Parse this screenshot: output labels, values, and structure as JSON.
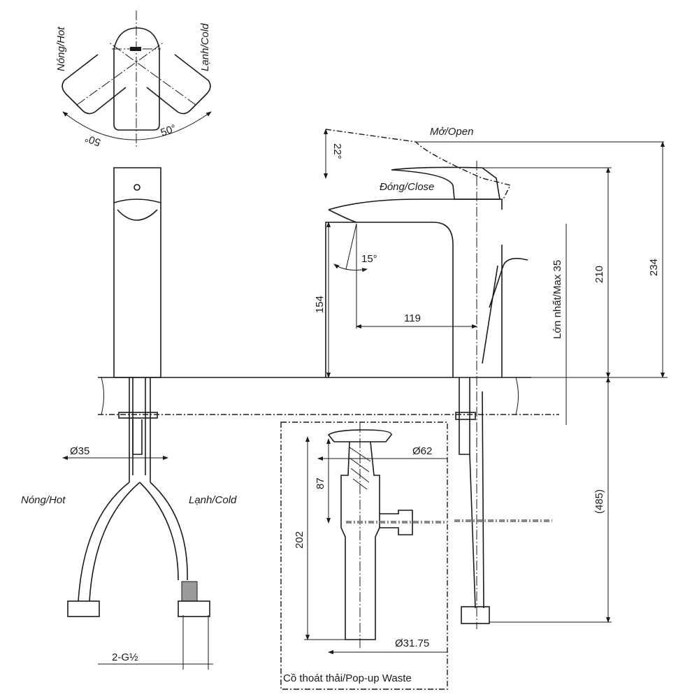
{
  "top_view": {
    "hot_label": "Nóng/Hot",
    "cold_label": "Lạnh/Cold",
    "angle_right": "50°",
    "angle_left": "50°"
  },
  "side_view": {
    "open_label": "Mở/Open",
    "close_label": "Đóng/Close",
    "lever_angle": "22°",
    "spout_angle": "15°",
    "spout_height": "154",
    "spout_reach": "119",
    "max_counter_label": "Lớn nhất/Max 35",
    "height_closed": "210",
    "height_open": "234",
    "below_counter": "(485)"
  },
  "front_view": {
    "shank_diameter": "Ø35",
    "hose_hot_label": "Nóng/Hot",
    "hose_cold_label": "Lạnh/Cold",
    "thread_label": "2-G½"
  },
  "popup_waste": {
    "title": "Cồ thoát thải/Pop-up Waste",
    "flange_diameter": "Ø62",
    "depth_87": "87",
    "length_202": "202",
    "tail_diameter": "Ø31.75"
  }
}
